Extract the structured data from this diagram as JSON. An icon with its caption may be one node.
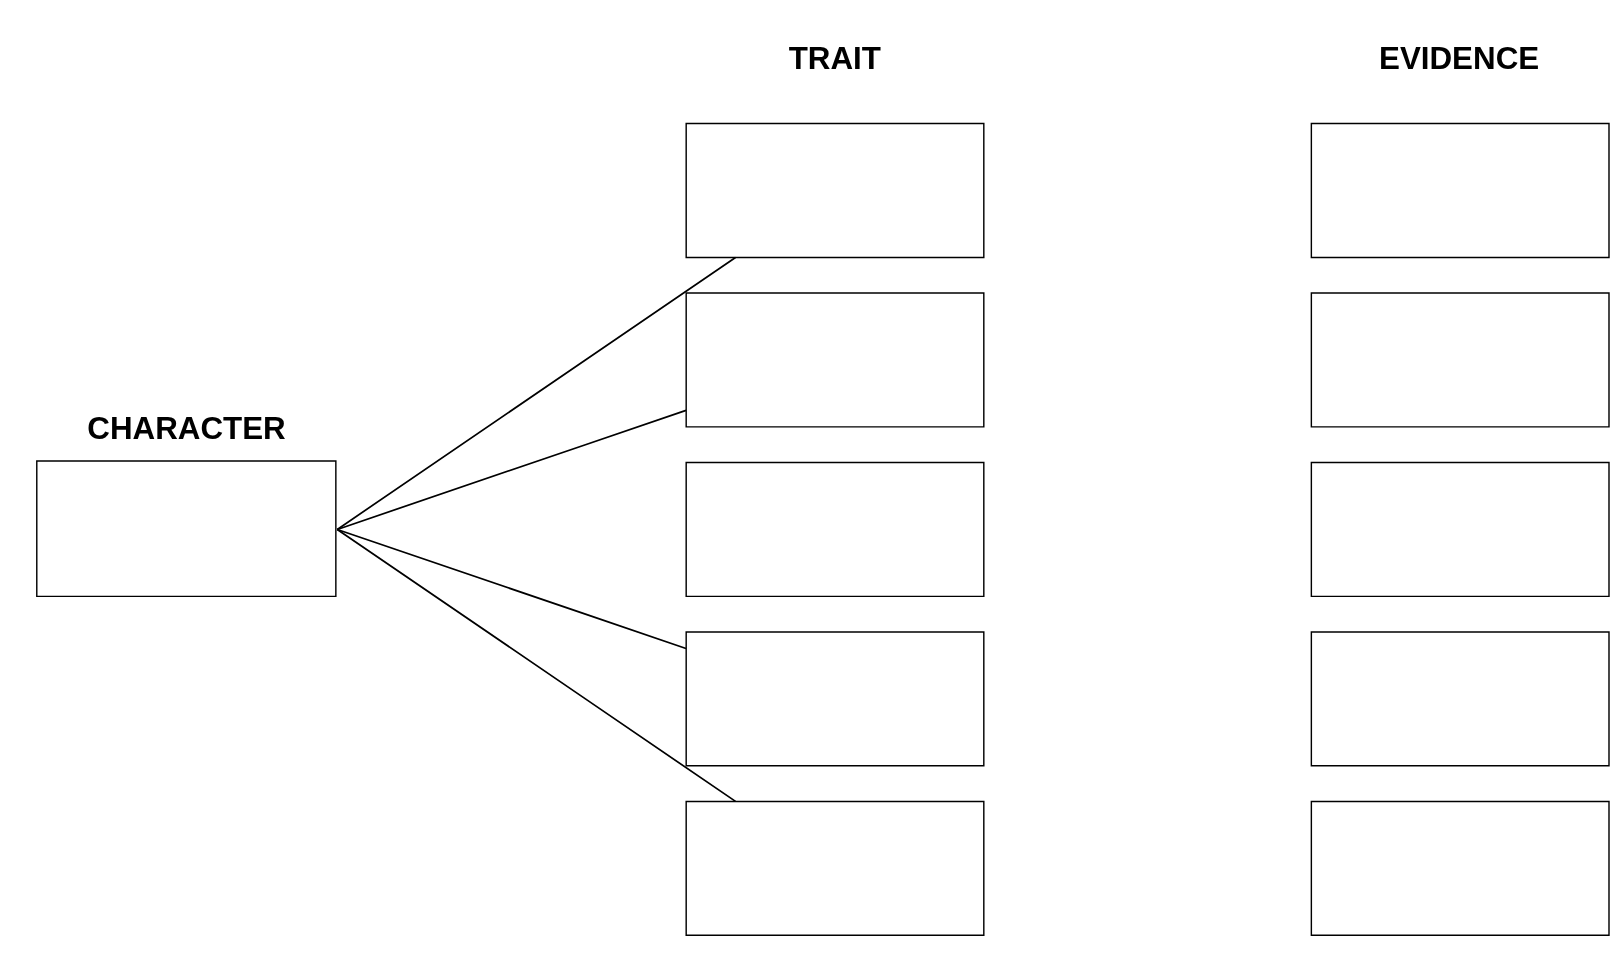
{
  "diagram": {
    "nodes": [
      {
        "text": [
          "CHARACTER"
        ]
      },
      {
        "text": [],
        "shape": "box"
      },
      {
        "text": [],
        "shape": "box"
      },
      {
        "text": [],
        "shape": "box"
      },
      {
        "text": [],
        "shape": "box"
      },
      {
        "text": [],
        "shape": "box"
      },
      {
        "text": [],
        "shape": "box"
      },
      {
        "text": [],
        "shape": "box"
      },
      {
        "text": [],
        "shape": "box"
      },
      {
        "text": [],
        "shape": "box"
      },
      {
        "text": [],
        "shape": "box"
      }
    ],
    "edges": [
      {
        "from": 0,
        "to": 1,
        "arrow": "none"
      },
      {
        "from": 0,
        "to": 2,
        "arrow": "none"
      },
      {
        "from": 0,
        "to": 4,
        "arrow": "none"
      },
      {
        "from": 0,
        "to": 5,
        "arrow": "none"
      }
    ],
    "labels": [
      "TRAIT",
      "EVIDENCE"
    ]
  }
}
